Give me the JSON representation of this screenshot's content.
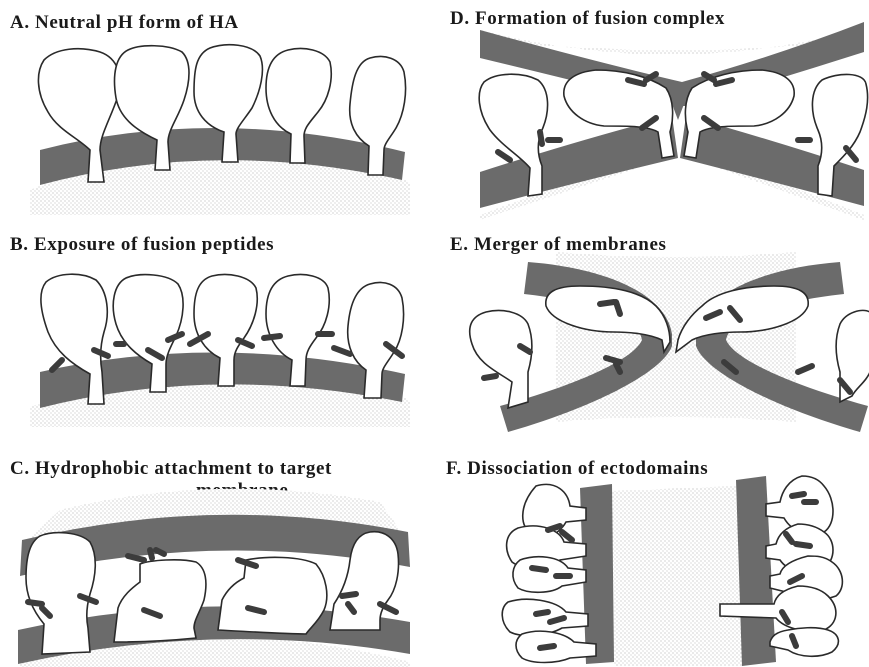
{
  "panels": [
    {
      "id": "A",
      "caption": "A. Neutral pH form of HA"
    },
    {
      "id": "B",
      "caption": "B. Exposure of fusion peptides"
    },
    {
      "id": "C",
      "caption": "C. Hydrophobic attachment to target",
      "caption_line2": "membrane"
    },
    {
      "id": "D",
      "caption": "D. Formation of fusion complex"
    },
    {
      "id": "E",
      "caption": "E. Merger of membranes"
    },
    {
      "id": "F",
      "caption": "F. Dissociation of ectodomains"
    }
  ],
  "colors": {
    "membrane": "#6b6b6b",
    "stipple": "#9a9a9a",
    "outline": "#2a2a2a",
    "peptide": "#3c3c3c",
    "background": "#ffffff"
  }
}
